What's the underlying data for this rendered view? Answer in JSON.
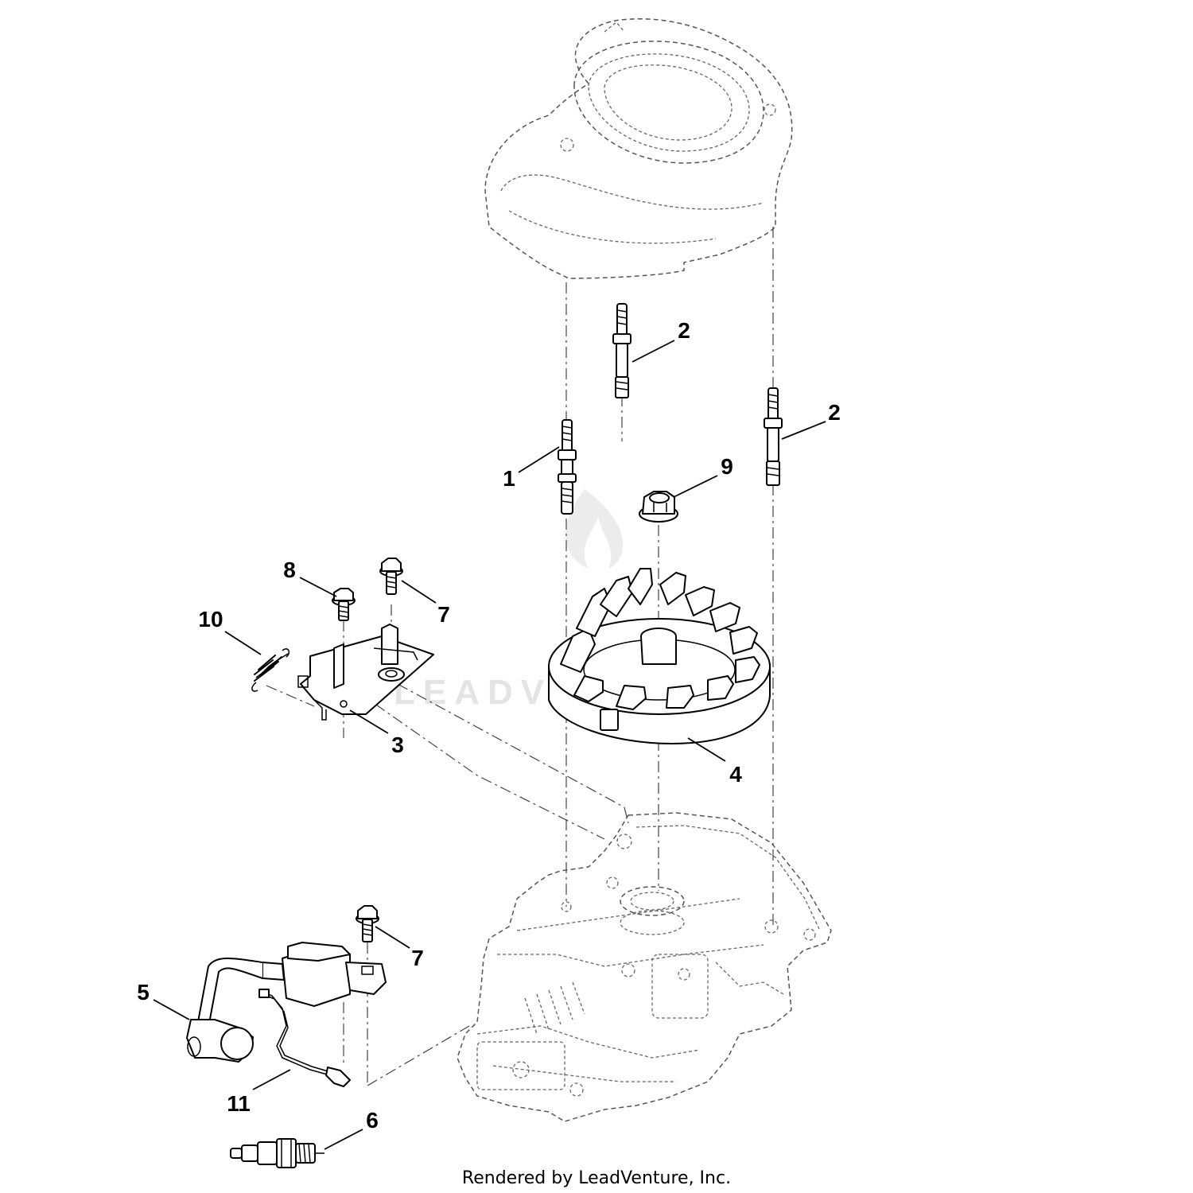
{
  "diagram": {
    "callouts": [
      {
        "id": "c2a",
        "label": "2"
      },
      {
        "id": "c2b",
        "label": "2"
      },
      {
        "id": "c1",
        "label": "1"
      },
      {
        "id": "c9",
        "label": "9"
      },
      {
        "id": "c8",
        "label": "8"
      },
      {
        "id": "c7a",
        "label": "7"
      },
      {
        "id": "c10",
        "label": "10"
      },
      {
        "id": "c3",
        "label": "3"
      },
      {
        "id": "c4",
        "label": "4"
      },
      {
        "id": "c7b",
        "label": "7"
      },
      {
        "id": "c5",
        "label": "5"
      },
      {
        "id": "c11",
        "label": "11"
      },
      {
        "id": "c6",
        "label": "6"
      }
    ],
    "watermark": "LEADVENTURE",
    "footer": "Rendered by LeadVenture, Inc."
  }
}
